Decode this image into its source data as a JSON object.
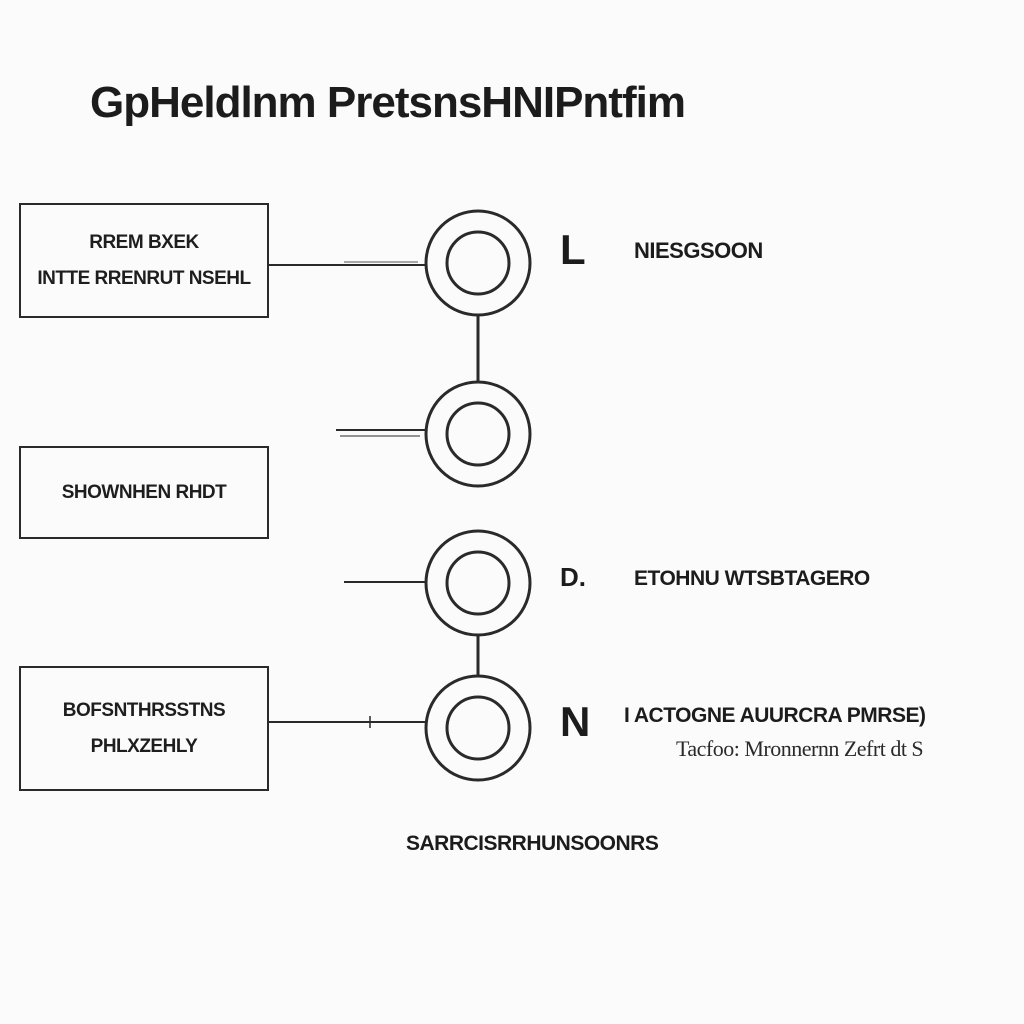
{
  "title": "GpHeldlnm PretsnsHNIPntfim",
  "boxes": [
    {
      "lines": [
        "RREM BXEK",
        "INTTE RRENRUT NSEHL"
      ]
    },
    {
      "lines": [
        "SHOWNHEN RHDT"
      ]
    },
    {
      "lines": [
        "BOFSNTHRSSTNS",
        "PHLXZEHLY"
      ]
    }
  ],
  "nodes": [
    {
      "letter": "L",
      "label": "NIESGSOON"
    },
    {
      "letter": "",
      "label": ""
    },
    {
      "letter": "D.",
      "label": "ETOHNU WTSBTAGERO"
    },
    {
      "letter": "N",
      "label": "I ACTOGNE AUURCRA PMRSE)",
      "sublabel": "Tacfoo: Mronnernn Zefrt dt S"
    }
  ],
  "footer": "SARRCISRRHUNSOONRS"
}
